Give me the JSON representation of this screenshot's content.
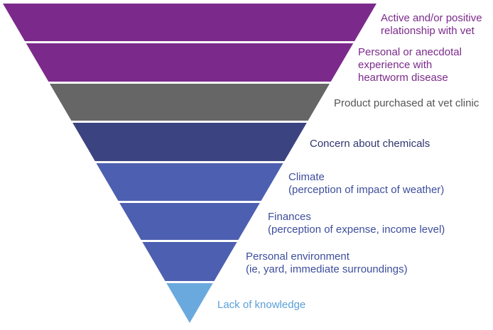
{
  "levels": [
    {
      "lines": [
        "Active and/or positive",
        "relationship with vet"
      ],
      "fill": "#7b2a8b",
      "text_color": "#7b2a8b"
    },
    {
      "lines": [
        "Personal or anecdotal",
        "experience with",
        "heartworm disease"
      ],
      "fill": "#7b2a8b",
      "text_color": "#7b2a8b"
    },
    {
      "lines": [
        "Product purchased at vet clinic"
      ],
      "fill": "#666666",
      "text_color": "#555555"
    },
    {
      "lines": [
        "Concern about chemicals"
      ],
      "fill": "#3b4380",
      "text_color": "#2f3670"
    },
    {
      "lines": [
        "Climate",
        "(perception of impact of weather)"
      ],
      "fill": "#4d5fb0",
      "text_color": "#3d4e9c"
    },
    {
      "lines": [
        "Finances",
        "(perception of expense, income level)"
      ],
      "fill": "#4d5fb0",
      "text_color": "#3d4e9c"
    },
    {
      "lines": [
        "Personal environment",
        "(ie, yard, immediate surroundings)"
      ],
      "fill": "#4d5fb0",
      "text_color": "#3d4e9c"
    },
    {
      "lines": [
        "Lack of knowledge"
      ],
      "fill": "#6aa9dd",
      "text_color": "#5aa0d8"
    }
  ]
}
